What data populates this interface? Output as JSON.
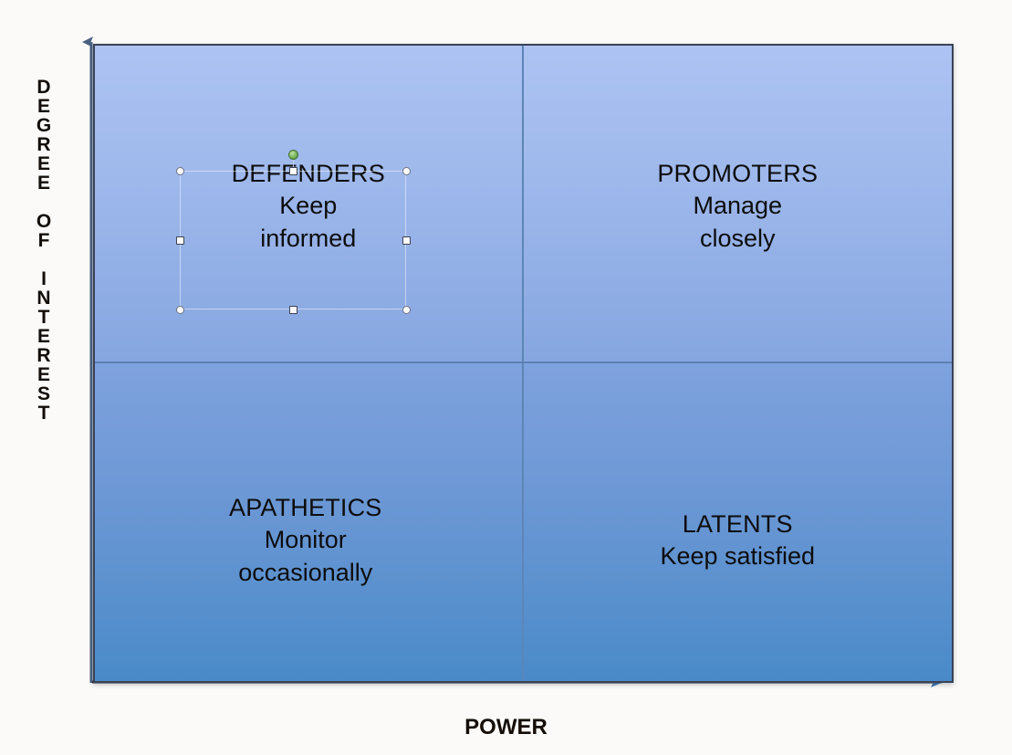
{
  "axes": {
    "y_label": "D\nE\nG\nR\nE\nE\n\nO\nF\n\nI\nN\nT\nE\nR\nE\nS\nT",
    "y_label_text": "DEGREE OF INTEREST",
    "x_label": "POWER",
    "y_arrow_direction": "up",
    "x_arrow_direction": "right",
    "axis_color": "#4a6181"
  },
  "matrix": {
    "border_color": "#3b4257",
    "divider_color": "#5d85b6",
    "gradient_top": "#adc3f2",
    "gradient_mid": "#7b9fdd",
    "gradient_bottom": "#4a8ac8",
    "quadrants": [
      {
        "id": "defenders",
        "position": "top-left",
        "title": "DEFENDERS",
        "lines": [
          "Keep",
          "informed"
        ],
        "selected": true
      },
      {
        "id": "promoters",
        "position": "top-right",
        "title": "PROMOTERS",
        "lines": [
          "Manage",
          "closely"
        ],
        "selected": false
      },
      {
        "id": "apathetics",
        "position": "bottom-left",
        "title": "APATHETICS",
        "lines": [
          "Monitor",
          "occasionally"
        ],
        "selected": false
      },
      {
        "id": "latents",
        "position": "bottom-right",
        "title": "LATENTS",
        "lines": [
          "Keep satisfied"
        ],
        "selected": false
      }
    ]
  },
  "selection": {
    "target": "defenders",
    "rotate_handle_color": "#6aa84f",
    "handle_fill": "#fdfdfe",
    "handle_count": 8
  }
}
